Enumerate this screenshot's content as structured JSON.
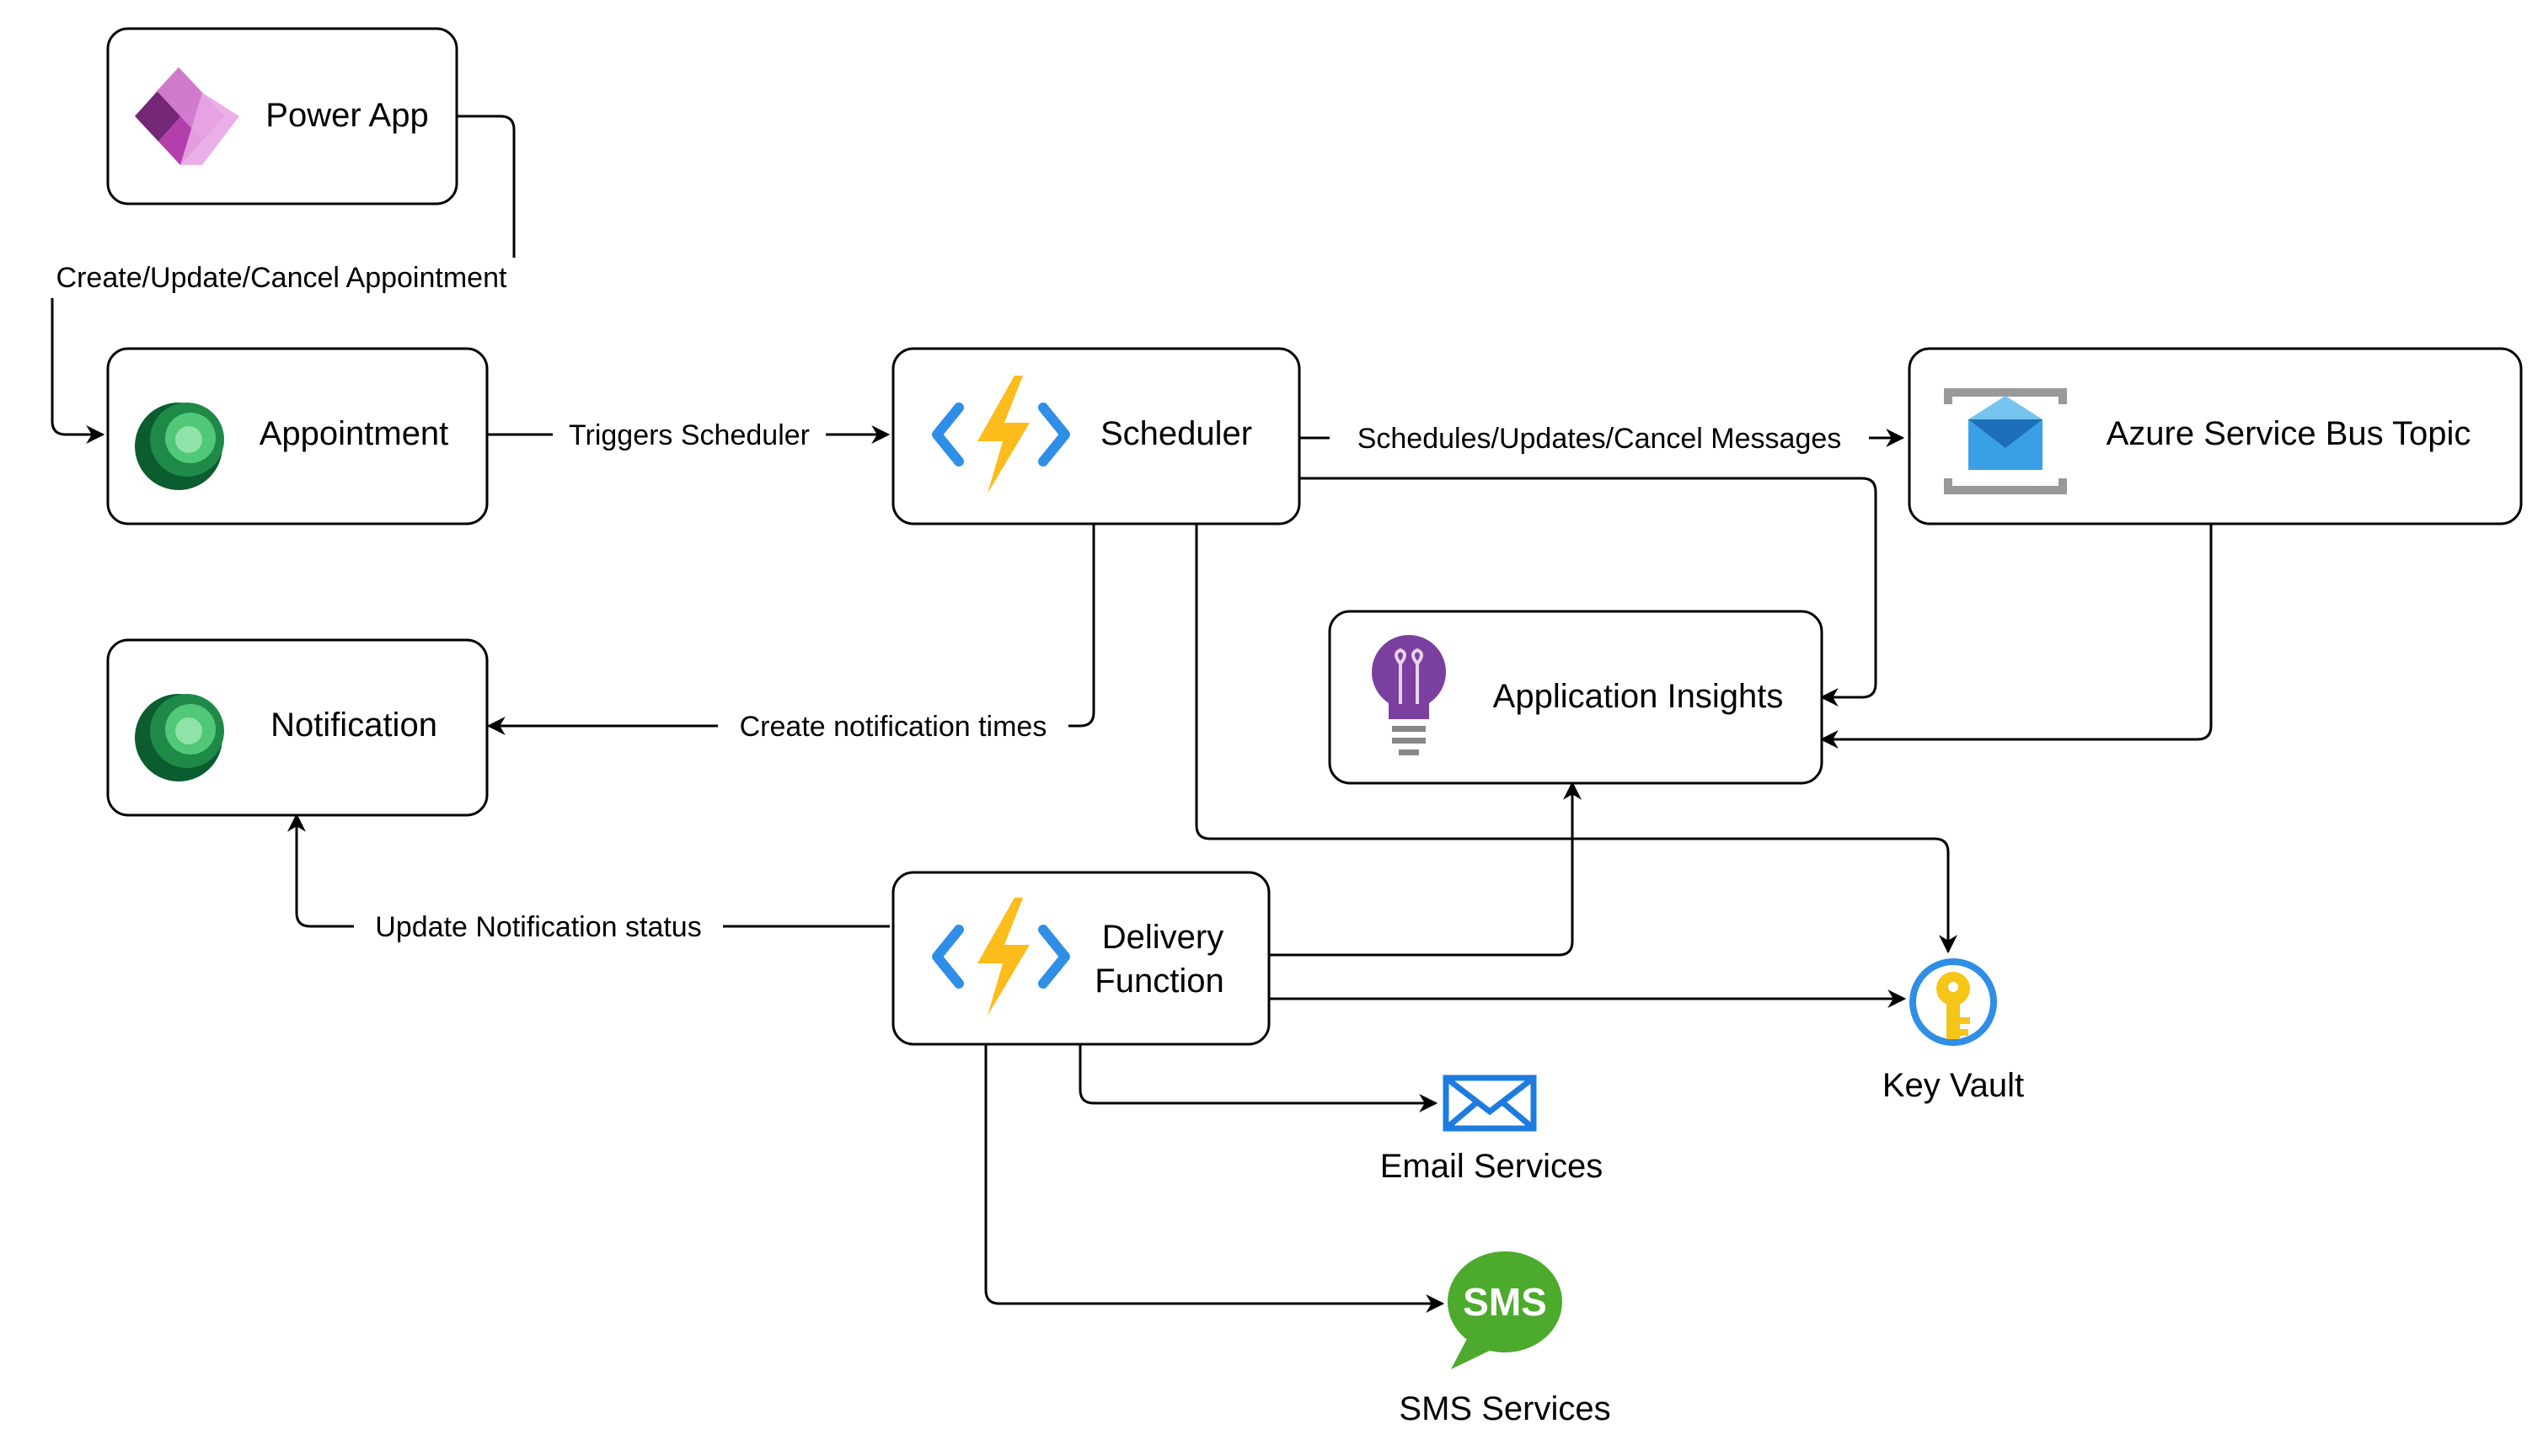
{
  "nodes": {
    "power_app": {
      "label": "Power App",
      "icon": "power-apps-icon"
    },
    "appointment": {
      "label": "Appointment",
      "icon": "dataverse-icon"
    },
    "scheduler": {
      "label": "Scheduler",
      "icon": "azure-function-icon"
    },
    "service_bus": {
      "label": "Azure Service Bus Topic",
      "icon": "service-bus-icon"
    },
    "notification": {
      "label": "Notification",
      "icon": "dataverse-icon"
    },
    "app_insights": {
      "label": "Application Insights",
      "icon": "lightbulb-icon"
    },
    "delivery": {
      "label_line1": "Delivery",
      "label_line2": "Function",
      "icon": "azure-function-icon"
    },
    "key_vault": {
      "label": "Key Vault",
      "icon": "key-icon"
    },
    "email": {
      "label": "Email Services",
      "icon": "envelope-icon"
    },
    "sms": {
      "label": "SMS Services",
      "icon": "sms-bubble-icon",
      "glyph": "SMS"
    }
  },
  "edges": {
    "create_update_cancel": "Create/Update/Cancel Appointment",
    "triggers_scheduler": "Triggers Scheduler",
    "schedules_messages": "Schedules/Updates/Cancel Messages",
    "create_notification_times": "Create notification times",
    "update_notification_status": "Update Notification status"
  },
  "colors": {
    "stroke": "#000000",
    "power_app_dark": "#742774",
    "power_app_light": "#d57ed1",
    "dataverse_dark": "#0b5c2f",
    "dataverse_light": "#50c878",
    "function_blue": "#2f8ee5",
    "function_bolt": "#fcbc1c",
    "service_bus_blue": "#3aa0e6",
    "insights_purple": "#7b3fa0",
    "key_gold": "#f5c518",
    "key_ring": "#2f8ee5",
    "email_blue": "#1e7be0",
    "sms_green": "#4caa2c"
  }
}
